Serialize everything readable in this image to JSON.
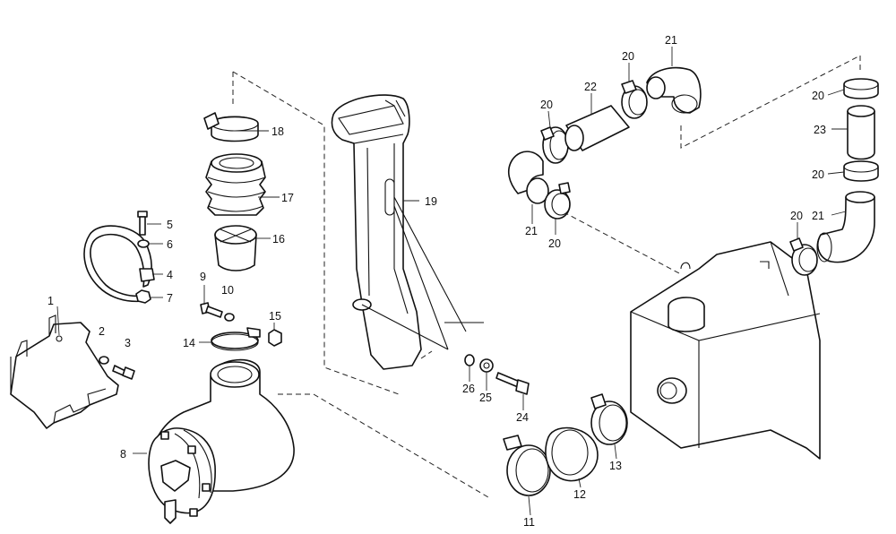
{
  "callouts": [
    {
      "id": "c1",
      "text": "1"
    },
    {
      "id": "c2",
      "text": "2"
    },
    {
      "id": "c3",
      "text": "3"
    },
    {
      "id": "c4",
      "text": "4"
    },
    {
      "id": "c5",
      "text": "5"
    },
    {
      "id": "c6",
      "text": "6"
    },
    {
      "id": "c7",
      "text": "7"
    },
    {
      "id": "c8",
      "text": "8"
    },
    {
      "id": "c9",
      "text": "9"
    },
    {
      "id": "c10",
      "text": "10"
    },
    {
      "id": "c11",
      "text": "11"
    },
    {
      "id": "c12",
      "text": "12"
    },
    {
      "id": "c13",
      "text": "13"
    },
    {
      "id": "c14",
      "text": "14"
    },
    {
      "id": "c15",
      "text": "15"
    },
    {
      "id": "c16",
      "text": "16"
    },
    {
      "id": "c17",
      "text": "17"
    },
    {
      "id": "c18",
      "text": "18"
    },
    {
      "id": "c19",
      "text": "19"
    },
    {
      "id": "c20a",
      "text": "20"
    },
    {
      "id": "c20b",
      "text": "20"
    },
    {
      "id": "c20c",
      "text": "20"
    },
    {
      "id": "c20d",
      "text": "20"
    },
    {
      "id": "c20e",
      "text": "20"
    },
    {
      "id": "c20f",
      "text": "20"
    },
    {
      "id": "c21a",
      "text": "21"
    },
    {
      "id": "c21b",
      "text": "21"
    },
    {
      "id": "c21c",
      "text": "21"
    },
    {
      "id": "c22",
      "text": "22"
    },
    {
      "id": "c23",
      "text": "23"
    },
    {
      "id": "c24",
      "text": "24"
    },
    {
      "id": "c25",
      "text": "25"
    },
    {
      "id": "c26",
      "text": "26"
    }
  ]
}
